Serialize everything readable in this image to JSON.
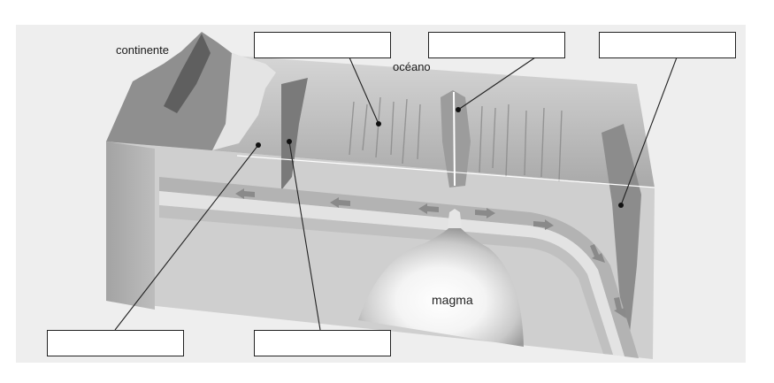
{
  "labels": {
    "continent": "continente",
    "ocean": "océano",
    "magma": "magma"
  },
  "colors": {
    "panel_background": "#eeeeee",
    "box_border": "#222222",
    "arrow_fill": "#8a8a8a"
  }
}
